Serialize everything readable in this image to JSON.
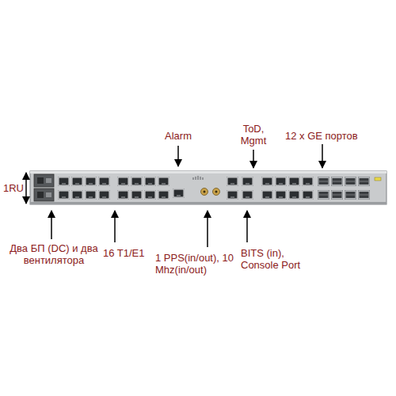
{
  "diagram": {
    "labels": [
      "Alarm",
      "ToD, Mgmt",
      "12 x GE портов",
      "1RU",
      "Два БП (DC) и два вентилятора",
      "16 T1/E1",
      "1 PPS(in/out), 10 Mhz(in/out)",
      "BITS (in), Console Port"
    ]
  }
}
